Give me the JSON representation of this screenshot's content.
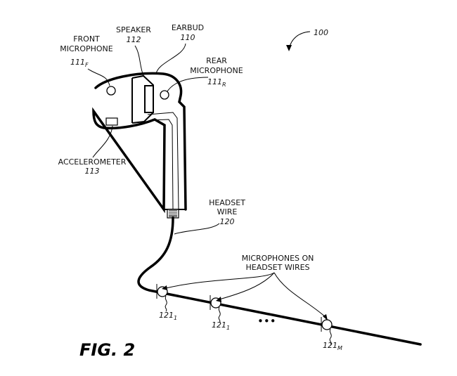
{
  "figure": {
    "ref_number": "100",
    "caption": "FIG. 2"
  },
  "labels": {
    "front_mic": {
      "line1": "FRONT",
      "line2": "MICROPHONE",
      "num": "111",
      "sub": "F"
    },
    "speaker": {
      "line1": "SPEAKER",
      "num": "112"
    },
    "earbud": {
      "line1": "EARBUD",
      "num": "110"
    },
    "rear_mic": {
      "line1": "REAR",
      "line2": "MICROPHONE",
      "num": "111",
      "sub": "R"
    },
    "accelerometer": {
      "line1": "ACCELEROMETER",
      "num": "113"
    },
    "headset_wire": {
      "line1": "HEADSET",
      "line2": "WIRE",
      "num": "120"
    },
    "wire_mics": {
      "line1": "MICROPHONES ON",
      "line2": "HEADSET WIRES"
    }
  },
  "wire_mic_labels": [
    {
      "num": "121",
      "sub": "1"
    },
    {
      "num": "121",
      "sub": "1"
    },
    {
      "num": "121",
      "sub": "M"
    }
  ],
  "ellipsis": "•••"
}
